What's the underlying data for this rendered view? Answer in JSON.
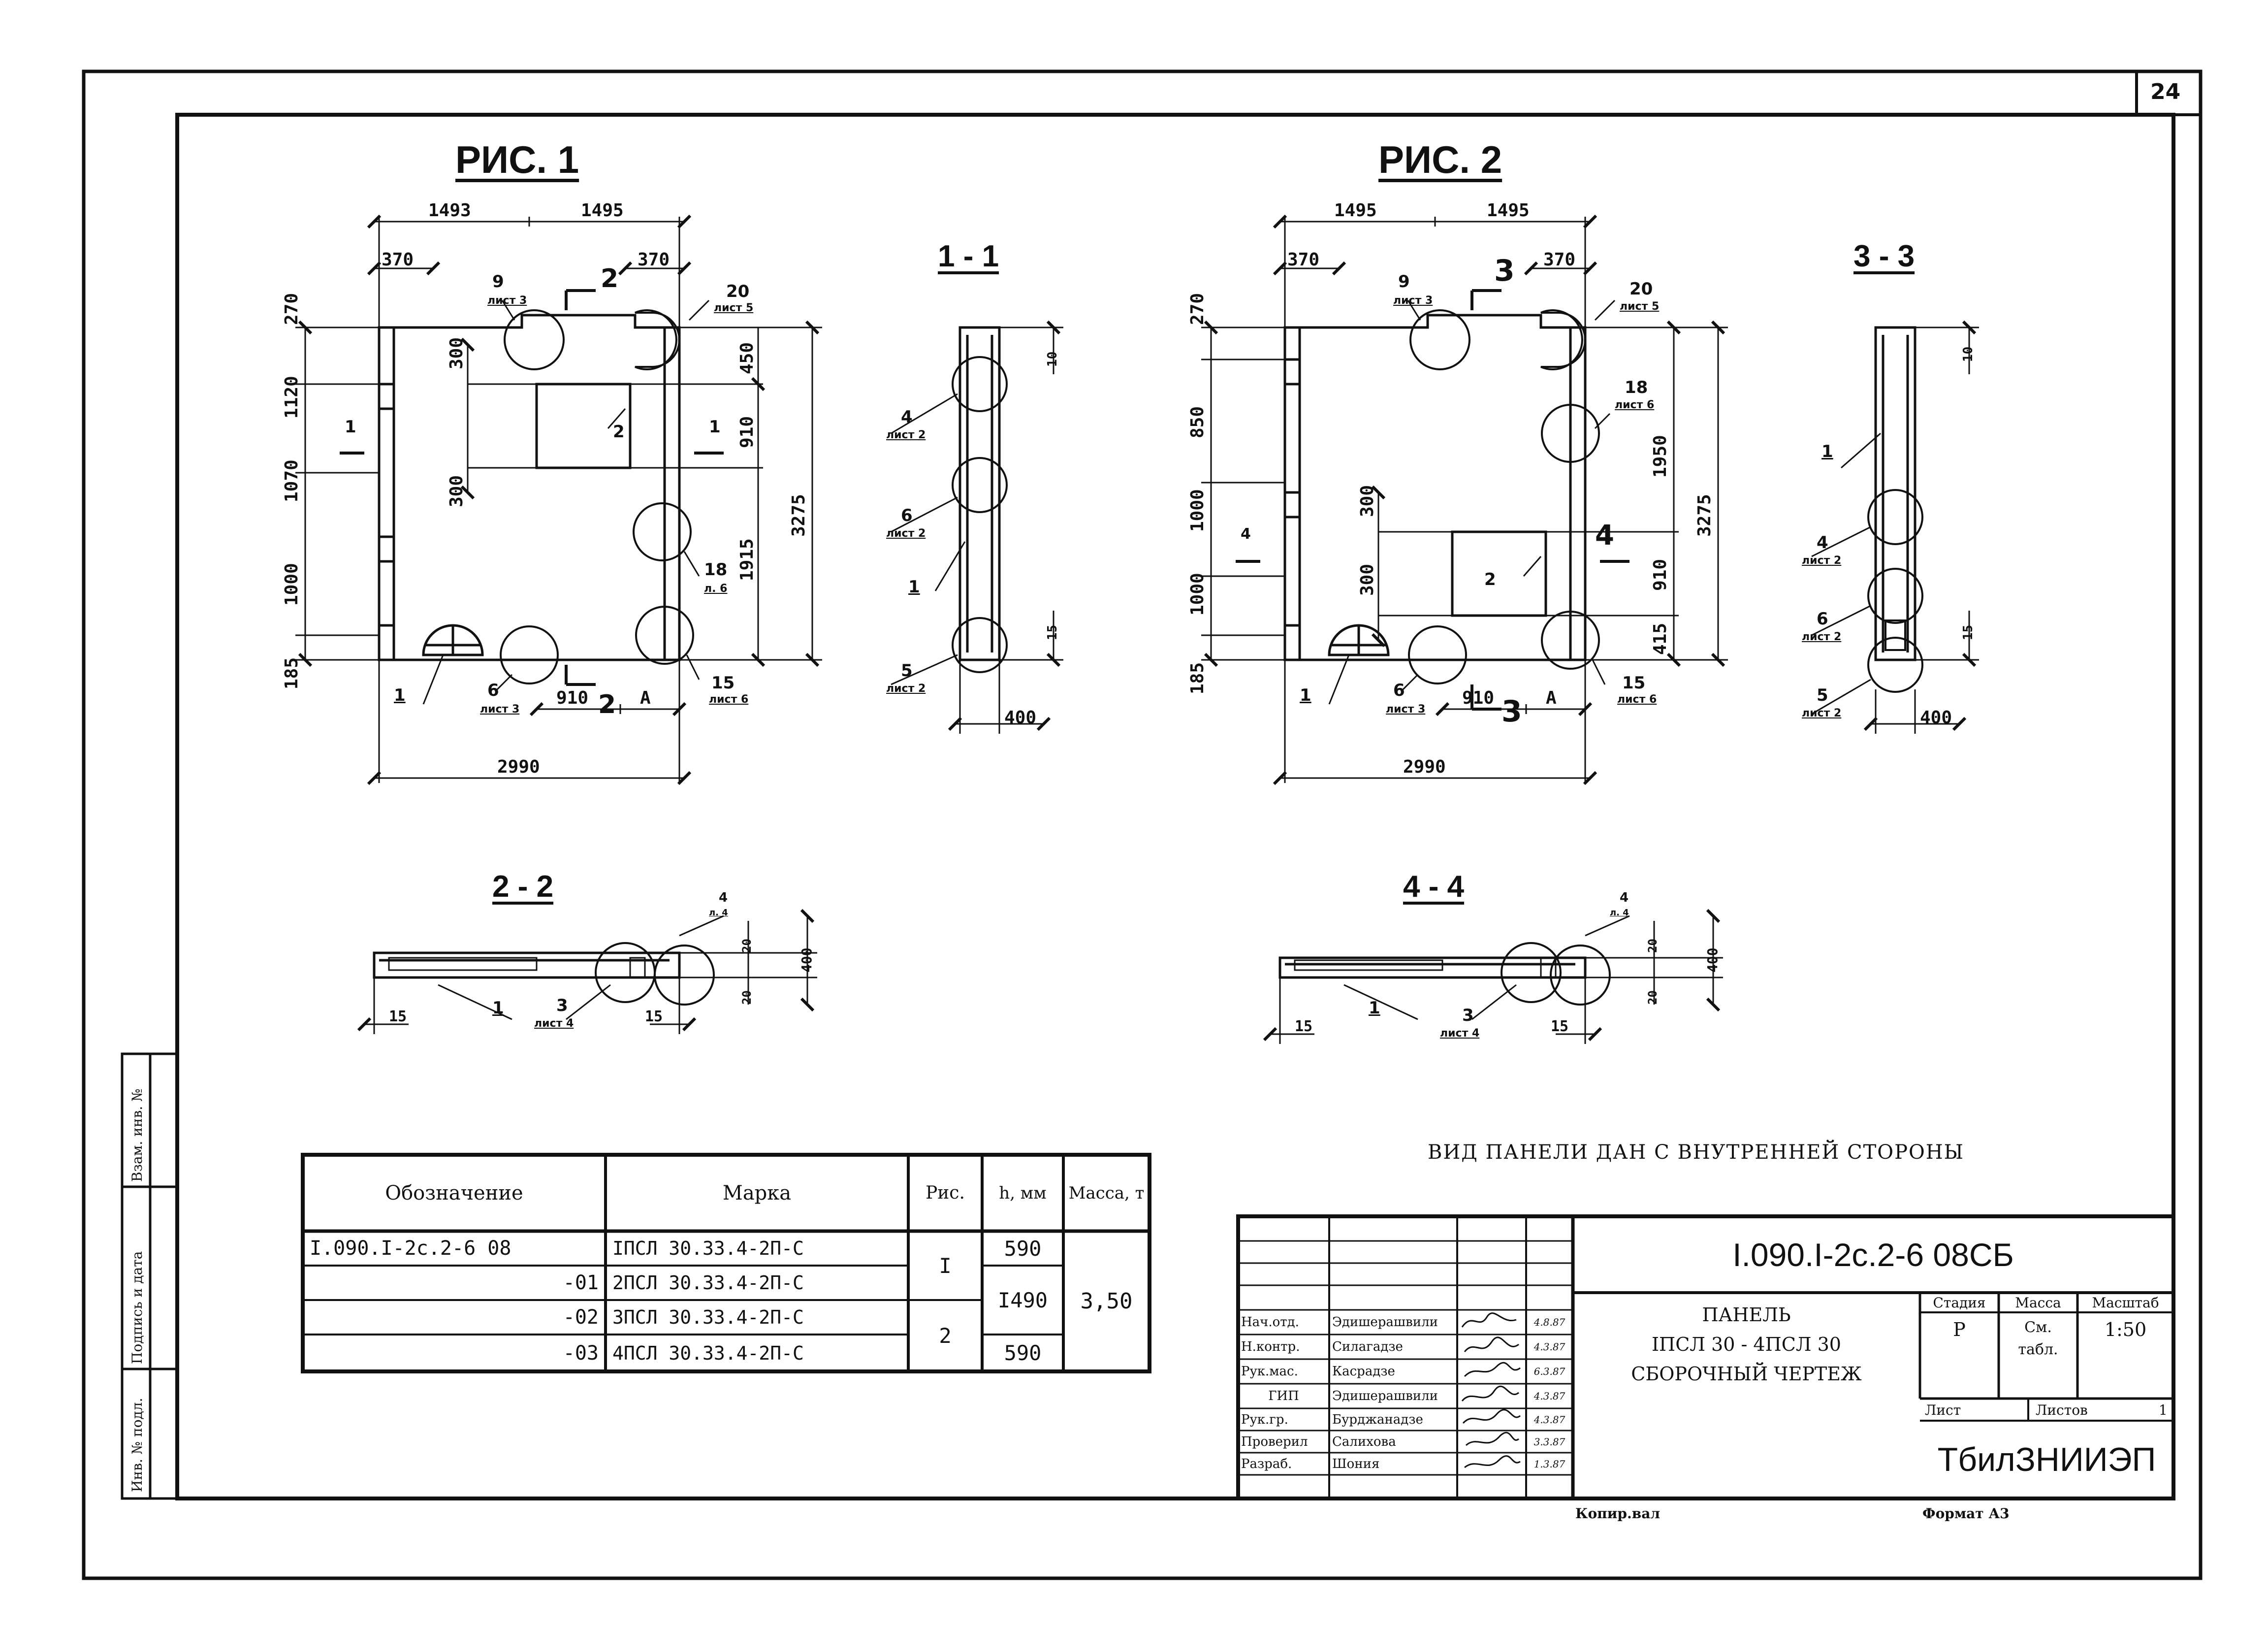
{
  "sheet_number": "24",
  "fig1": {
    "title": "РИС. 1",
    "dims": {
      "top_left": "1493",
      "top_right": "1495",
      "corner_left": "370",
      "corner_right": "370",
      "bottom_total": "2990",
      "bottom_910": "910",
      "bottom_a": "A",
      "height_total": "3275",
      "h_1915": "1915",
      "h_450": "450",
      "h_910": "910",
      "h_300a": "300",
      "h_300b": "300",
      "left_270": "270",
      "left_1120": "1120",
      "left_1070": "1070",
      "left_1000": "1000",
      "left_185": "185"
    },
    "callouts": [
      {
        "num": "9",
        "sheet": "лист 3"
      },
      {
        "num": "20",
        "sheet": "лист 5"
      },
      {
        "num": "18",
        "sheet": "л. 6"
      },
      {
        "num": "15",
        "sheet": "лист 6"
      },
      {
        "num": "6",
        "sheet": "лист 3"
      },
      {
        "num": "1",
        "sheet": ""
      },
      {
        "num": "2",
        "sheet": ""
      }
    ],
    "section_marks": [
      "2",
      "2",
      "1",
      "1"
    ]
  },
  "fig2": {
    "title": "РИС. 2",
    "dims": {
      "top_left": "1495",
      "top_right": "1495",
      "corner_left": "370",
      "corner_right": "370",
      "bottom_total": "2990",
      "bottom_910": "910",
      "bottom_a": "A",
      "height_total": "3275",
      "h_1950": "1950",
      "h_910": "910",
      "h_415": "415",
      "h_300": "300",
      "h_300b": "300",
      "left_270": "270",
      "left_850": "850",
      "left_1000a": "1000",
      "left_1000b": "1000",
      "left_185": "185"
    },
    "callouts": [
      {
        "num": "9",
        "sheet": "лист 3"
      },
      {
        "num": "20",
        "sheet": "лист 5"
      },
      {
        "num": "18",
        "sheet": "лист 6"
      },
      {
        "num": "15",
        "sheet": "лист 6"
      },
      {
        "num": "6",
        "sheet": "лист 3"
      },
      {
        "num": "1",
        "sheet": ""
      },
      {
        "num": "2",
        "sheet": ""
      }
    ],
    "section_marks": [
      "3",
      "3",
      "4",
      "4"
    ]
  },
  "sec11": {
    "title": "1 - 1",
    "width": "400",
    "d10": "10",
    "d15": "15",
    "c4": "4",
    "c4s": "лист 2",
    "c6": "6",
    "c6s": "лист 2",
    "c1": "1",
    "c5": "5",
    "c5s": "лист 2"
  },
  "sec33": {
    "title": "3 - 3",
    "width": "400",
    "d10": "10",
    "d15": "15",
    "c1": "1",
    "c4": "4",
    "c4s": "лист 2",
    "c6": "6",
    "c6s": "лист 2",
    "c5": "5",
    "c5s": "лист 2"
  },
  "sec22": {
    "title": "2 - 2",
    "d15a": "15",
    "d15b": "15",
    "d400": "400",
    "d20a": "20",
    "d20b": "20",
    "c1": "1",
    "c3": "3",
    "c3s": "лист 4",
    "c4": "4",
    "c4s": "л. 4"
  },
  "sec44": {
    "title": "4 - 4",
    "d15a": "15",
    "d15b": "15",
    "d400": "400",
    "d20a": "20",
    "d20b": "20",
    "c1": "1",
    "c3": "3",
    "c3s": "лист 4",
    "c4": "4",
    "c4s": "л. 4"
  },
  "note": "ВИД ПАНЕЛИ ДАН С ВНУТРЕННЕЙ СТОРОНЫ",
  "spec": {
    "headers": [
      "Обозначение",
      "Марка",
      "Рис.",
      "h, мм",
      "Масса, т"
    ],
    "rows": [
      {
        "designation": "I.090.I-2с.2-6 08",
        "mark": "IПСЛ 30.33.4-2П-С"
      },
      {
        "designation": "-01",
        "mark": "2ПСЛ 30.33.4-2П-С"
      },
      {
        "designation": "-02",
        "mark": "3ПСЛ 30.33.4-2П-С"
      },
      {
        "designation": "-03",
        "mark": "4ПСЛ 30.33.4-2П-С"
      }
    ],
    "fig_1": "I",
    "fig_2": "2",
    "h_590a": "590",
    "h_1490": "I490",
    "h_590b": "590",
    "mass": "3,50"
  },
  "title_block": {
    "code": "I.090.I-2с.2-6 08СБ",
    "name_l1": "ПАНЕЛЬ",
    "name_l2": "IПСЛ 30 - 4ПСЛ 30",
    "name_l3": "СБОРОЧНЫЙ ЧЕРТЕЖ",
    "stage_h": "Стадия",
    "mass_h": "Масса",
    "scale_h": "Масштаб",
    "stage": "Р",
    "mass_l1": "См.",
    "mass_l2": "табл.",
    "scale": "1:50",
    "sheet_h": "Лист",
    "sheets_h": "Листов",
    "sheets": "1",
    "org": "ТбилЗНИИЭП",
    "people": [
      {
        "role": "Нач.отд.",
        "name": "Эдишерашвили",
        "date": "4.8.87"
      },
      {
        "role": "Н.контр.",
        "name": "Силагадзе",
        "date": "4.3.87"
      },
      {
        "role": "Рук.мас.",
        "name": "Касрадзе",
        "date": "6.3.87"
      },
      {
        "role": "ГИП",
        "name": "Эдишерашвили",
        "date": "4.3.87"
      },
      {
        "role": "Рук.гр.",
        "name": "Бурджанадзе",
        "date": "4.3.87"
      },
      {
        "role": "Проверил",
        "name": "Салихова",
        "date": "3.3.87"
      },
      {
        "role": "Разраб.",
        "name": "Шония",
        "date": "1.3.87"
      }
    ],
    "copied": "Копир.вал",
    "format": "Формат А3"
  },
  "side_stamp": {
    "inv": "Инв. № подл.",
    "sign": "Подпись и дата",
    "replace": "Взам. инв. №"
  }
}
